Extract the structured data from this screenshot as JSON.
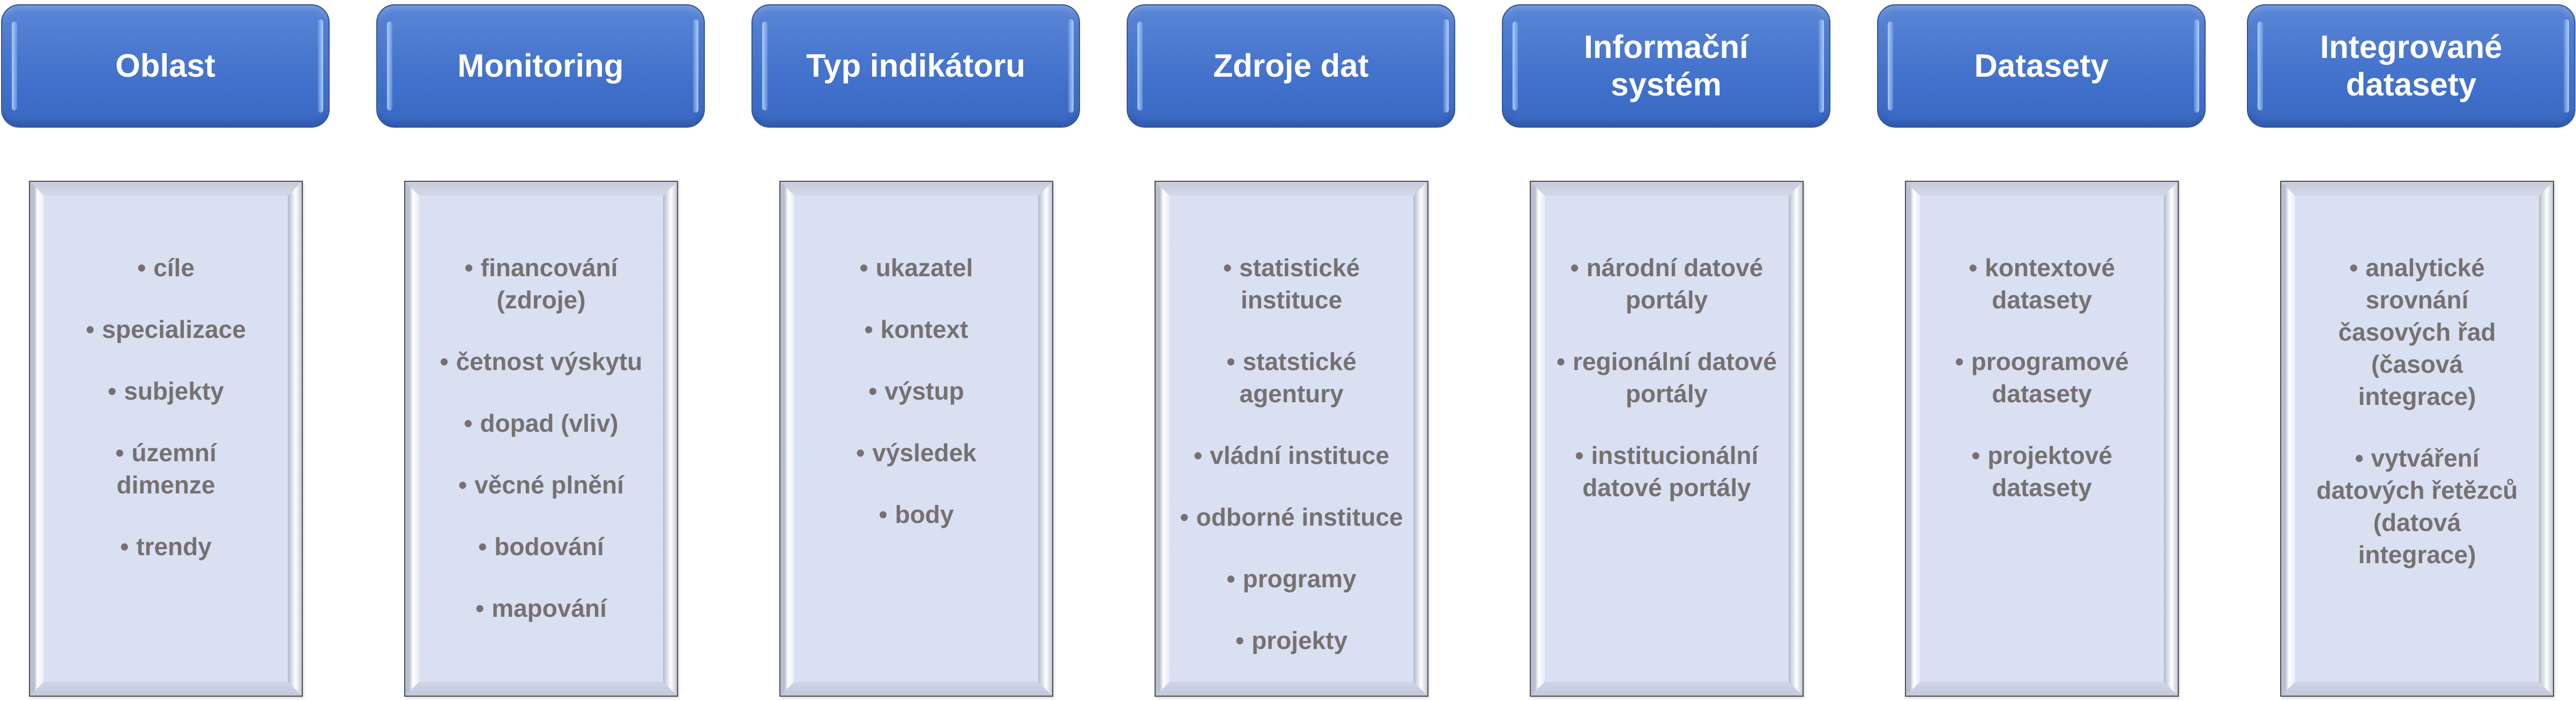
{
  "colors": {
    "header_bg": "#4472C4",
    "header_text": "#FFFFFF",
    "panel_bg": "#D9E0F2",
    "panel_text": "#767171",
    "panel_border": "#4D4F57"
  },
  "bullet_glyph": "•",
  "columns": [
    {
      "title": "Oblast",
      "items": [
        "cíle",
        "specializace",
        "subjekty",
        "územní\ndimenze",
        "trendy"
      ]
    },
    {
      "title": "Monitoring",
      "items": [
        "financování\n(zdroje)",
        "četnost výskytu",
        "dopad (vliv)",
        "věcné plnění",
        "bodování",
        "mapování"
      ]
    },
    {
      "title": "Typ indikátoru",
      "items": [
        "ukazatel",
        "kontext",
        "výstup",
        "výsledek",
        "body"
      ]
    },
    {
      "title": "Zdroje dat",
      "items": [
        "statistické\ninstituce",
        "statstické\nagentury",
        "vládní instituce",
        "odborné instituce",
        "programy",
        "projekty"
      ]
    },
    {
      "title": "Informační\nsystém",
      "items": [
        "národní datové\nportály",
        "regionální datové\nportály",
        "institucionální\ndatové portály"
      ]
    },
    {
      "title": "Datasety",
      "items": [
        "kontextové\ndatasety",
        "proogramové\ndatasety",
        "projektové\ndatasety"
      ]
    },
    {
      "title": "Integrované\ndatasety",
      "items": [
        "analytické\nsrovnání\nčasových řad\n(časová\nintegrace)",
        "vytváření\ndatových řetězců\n(datová\nintegrace)"
      ]
    }
  ]
}
